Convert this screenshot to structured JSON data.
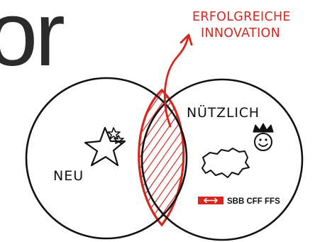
{
  "header": {
    "partial_word": "or"
  },
  "callout": {
    "line1": "ERFOLGREICHE",
    "line2": "INNOVATION"
  },
  "left_circle": {
    "label": "NEU",
    "icon": "star-icon"
  },
  "right_circle": {
    "label": "NÜTZLICH",
    "icons": [
      "switzerland-map-icon",
      "crowned-smiley-icon"
    ],
    "logo_text": "SBB CFF FFS"
  },
  "colors": {
    "accent": "#d7261e",
    "ink": "#111111",
    "header_ink": "#2b2b2b"
  }
}
